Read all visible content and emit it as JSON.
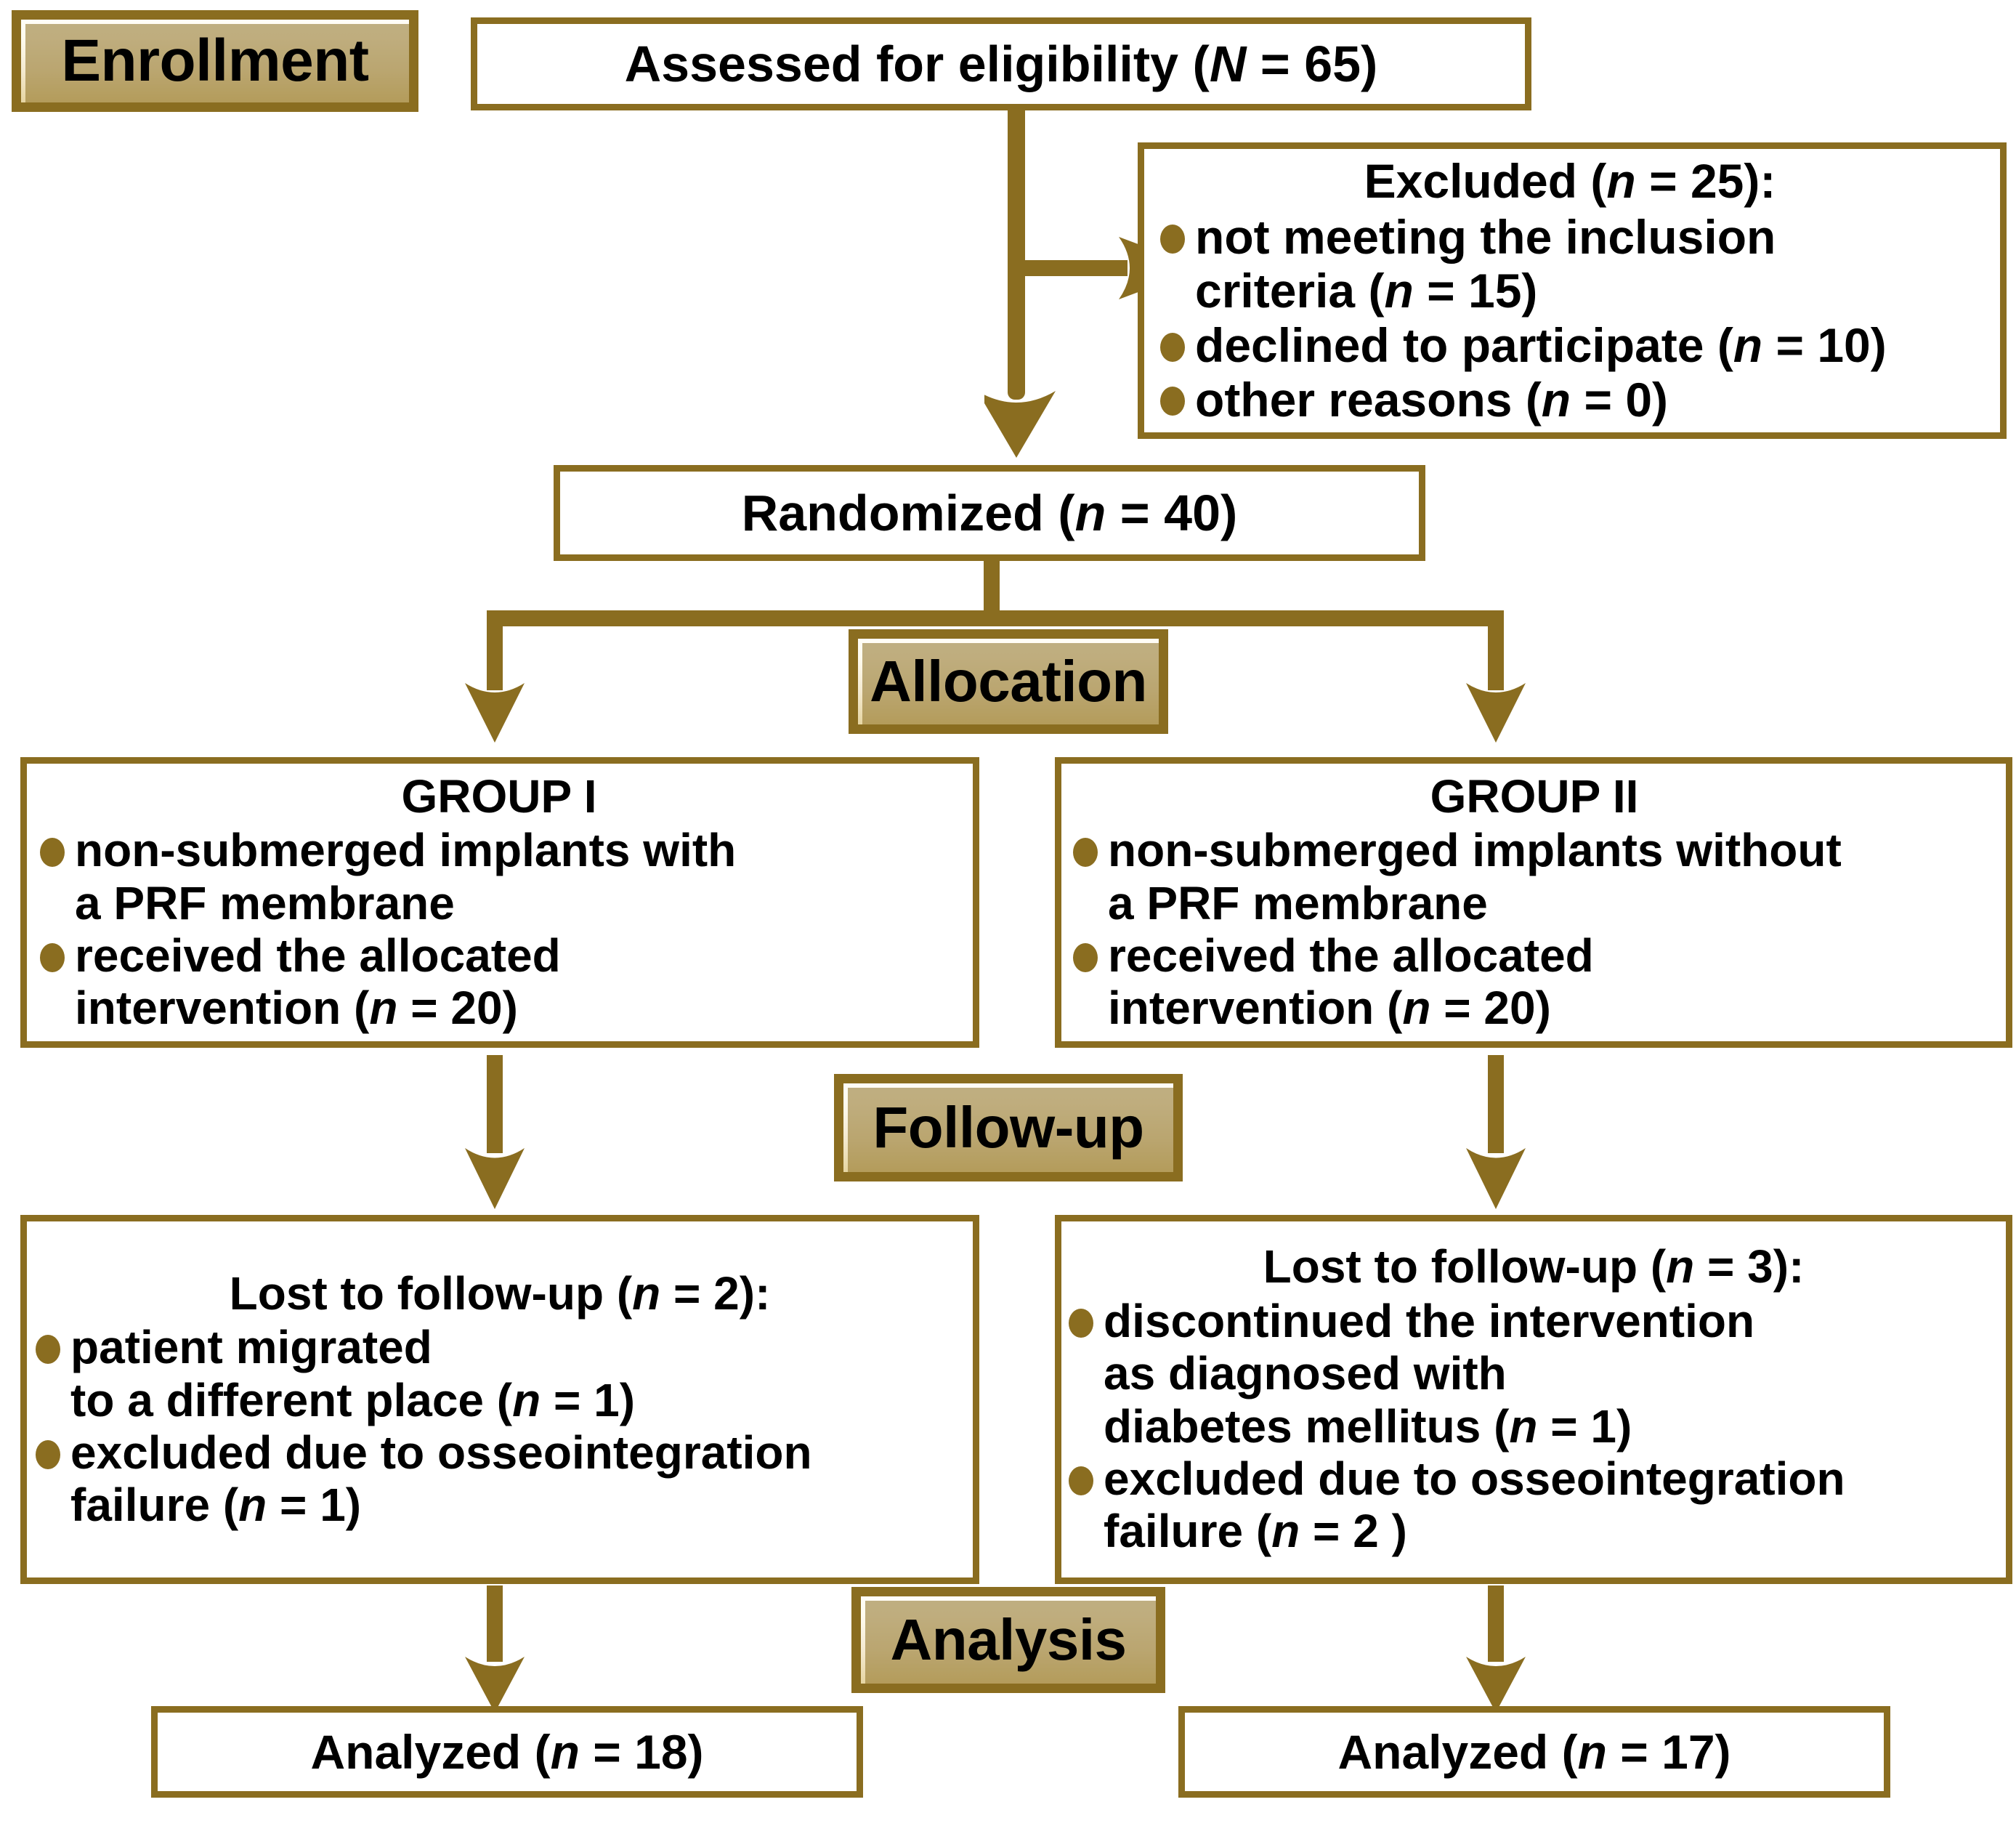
{
  "diagram": {
    "title": "CONSORT participant flow diagram",
    "accent_color": "#8a6d20",
    "label_chip_gradient": [
      "#fffdf7",
      "#e6d5a2"
    ],
    "text_color": "#000000",
    "background": "#ffffff"
  },
  "stages": {
    "enrollment": "Enrollment",
    "allocation": "Allocation",
    "followup": "Follow-up",
    "analysis": "Analysis"
  },
  "enrollment": {
    "assessed": "Assessed for eligibility (N = 65)",
    "assessed_plain": "Assessed for eligibility (",
    "excluded_heading": "Excluded (n = 25):",
    "excluded_reasons": [
      "not meeting the inclusion\ncriteria (n = 15)",
      "declined to participate (n = 10)",
      "other reasons (n = 0)"
    ],
    "randomized": "Randomized (n = 40)"
  },
  "allocation": {
    "group1": {
      "heading": "GROUP I",
      "items": [
        "non-submerged implants with\na PRF membrane",
        "received the allocated\nintervention (n = 20)"
      ]
    },
    "group2": {
      "heading": "GROUP II",
      "items": [
        "non-submerged implants without\na PRF membrane",
        "received the allocated\nintervention (n = 20)"
      ]
    }
  },
  "followup": {
    "left": {
      "heading": "Lost to follow-up (n = 2):",
      "items": [
        "patient migrated\nto a different place (n = 1)",
        "excluded due to osseointegration\nfailure (n = 1)"
      ]
    },
    "right": {
      "heading": "Lost to follow-up (n = 3):",
      "items": [
        "discontinued the intervention\nas diagnosed with\ndiabetes mellitus (n = 1)",
        "excluded due to osseointegration\nfailure (n = 2 )"
      ]
    }
  },
  "analysis": {
    "left": "Analyzed (n = 18)",
    "right": "Analyzed (n = 17)"
  },
  "counts": {
    "assessed_N": 65,
    "excluded_n": 25,
    "excluded_not_meeting_criteria_n": 15,
    "excluded_declined_n": 10,
    "excluded_other_n": 0,
    "randomized_n": 40,
    "group1_allocated_n": 20,
    "group2_allocated_n": 20,
    "group1_lost_n": 2,
    "group1_migrated_n": 1,
    "group1_osseo_failure_n": 1,
    "group2_lost_n": 3,
    "group2_diabetes_n": 1,
    "group2_osseo_failure_n": 2,
    "group1_analyzed_n": 18,
    "group2_analyzed_n": 17
  }
}
